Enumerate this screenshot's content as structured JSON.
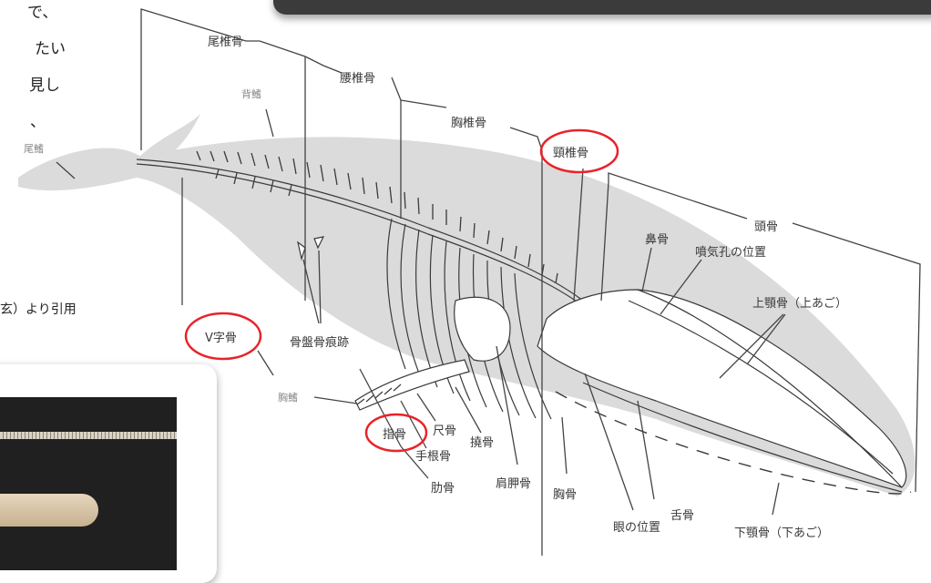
{
  "left_text": {
    "line1": "で、",
    "line2": "たい",
    "line3": "見し",
    "line4": "、"
  },
  "citation": "玄）より引用",
  "labels": {
    "tail_fin": "尾鰭",
    "dorsal_fin": "背鰭",
    "caudal_vertebrae": "尾椎骨",
    "lumbar_vertebrae": "腰椎骨",
    "thoracic_vertebrae": "胸椎骨",
    "cervical_vertebrae": "頸椎骨",
    "skull": "頭骨",
    "nasal_bone": "鼻骨",
    "blowhole_position": "噴気孔の位置",
    "maxilla": "上顎骨（上あご）",
    "v_bone": "V字骨",
    "pelvic_vestige": "骨盤骨痕跡",
    "flipper": "胸鰭",
    "phalanges": "指骨",
    "ulna": "尺骨",
    "carpals": "手根骨",
    "radius": "撓骨",
    "scapula": "肩胛骨",
    "ribs": "肋骨",
    "sternum": "胸骨",
    "eye_position": "眼の位置",
    "hyoid": "舌骨",
    "mandible": "下顎骨（下あご）"
  },
  "colors": {
    "whale_silhouette": "#dbdbdb",
    "highlight_circle": "#e8232a",
    "line": "#444444"
  }
}
